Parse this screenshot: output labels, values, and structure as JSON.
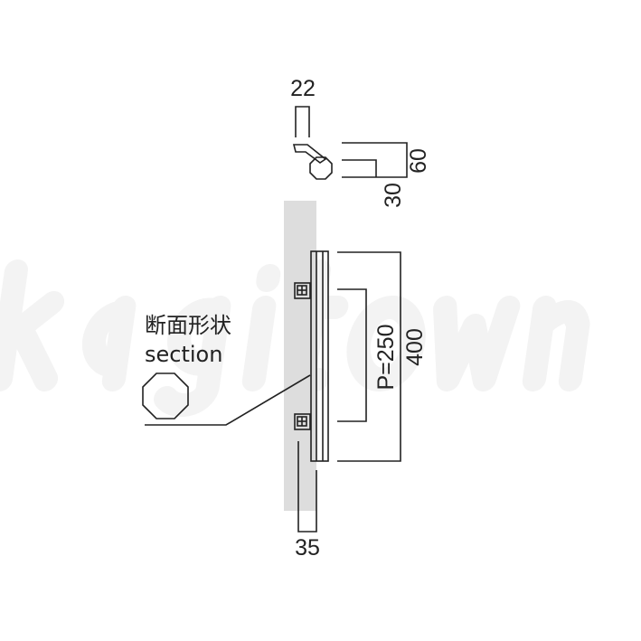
{
  "watermark": "kagitown",
  "top_view": {
    "width_label": "22",
    "height_label": "60",
    "offset_label": "30"
  },
  "front_view": {
    "length_label": "400",
    "pitch_label": "P=250",
    "projection_label": "35"
  },
  "section": {
    "label_ja": "断面形状",
    "label_en": "section",
    "shape": "octagon"
  },
  "colors": {
    "line": "#222222",
    "wall": "#dddddd"
  }
}
